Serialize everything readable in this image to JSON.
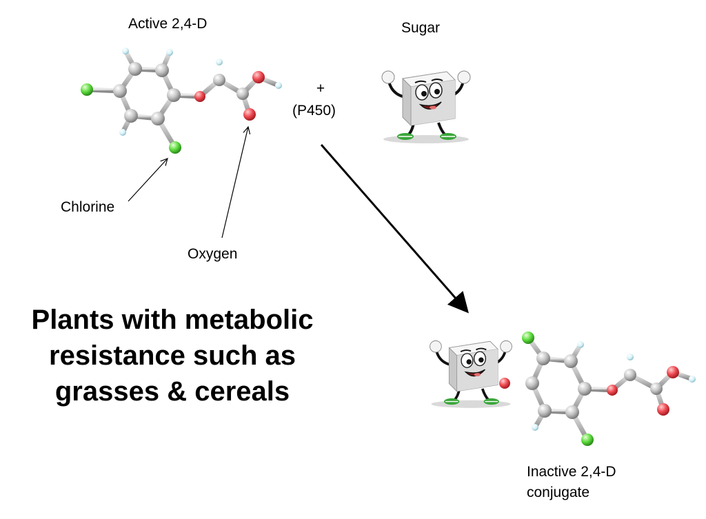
{
  "labels": {
    "active": "Active 2,4-D",
    "sugar": "Sugar",
    "plus": "+",
    "enzyme": "(P450)",
    "chlorine": "Chlorine",
    "oxygen": "Oxygen",
    "inactive_line1": "Inactive 2,4-D",
    "inactive_line2": "conjugate"
  },
  "headline": "Plants with metabolic resistance such as grasses & cereals",
  "colors": {
    "carbon": "#b8b8b8",
    "oxygen": "#e8464e",
    "chlorine": "#5fdc3f",
    "hydrogen": "#cfeef6",
    "sugar_cube": "#e4e4e4",
    "shoe": "#3aa63a"
  },
  "icons": [
    "sugar-mascot",
    "molecule-2-4-d",
    "molecule-conjugate",
    "reaction-arrow"
  ]
}
